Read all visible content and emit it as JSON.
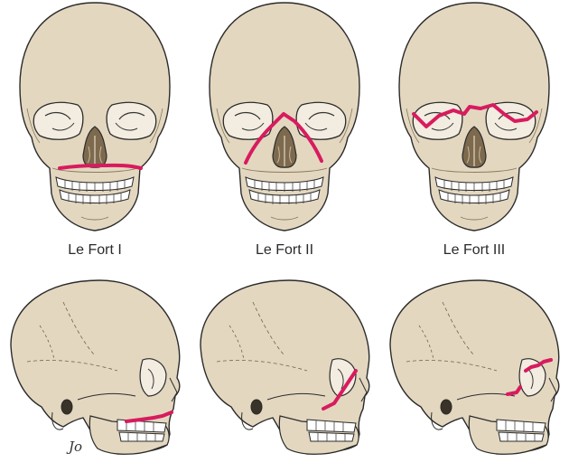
{
  "captions": [
    "Le Fort I",
    "Le Fort II",
    "Le Fort III"
  ],
  "colors": {
    "bone": "#e3d7c0",
    "outline": "#2b2b2b",
    "fracture": "#d81b5e",
    "shade": "#c9b99c"
  },
  "signature": "Jo"
}
